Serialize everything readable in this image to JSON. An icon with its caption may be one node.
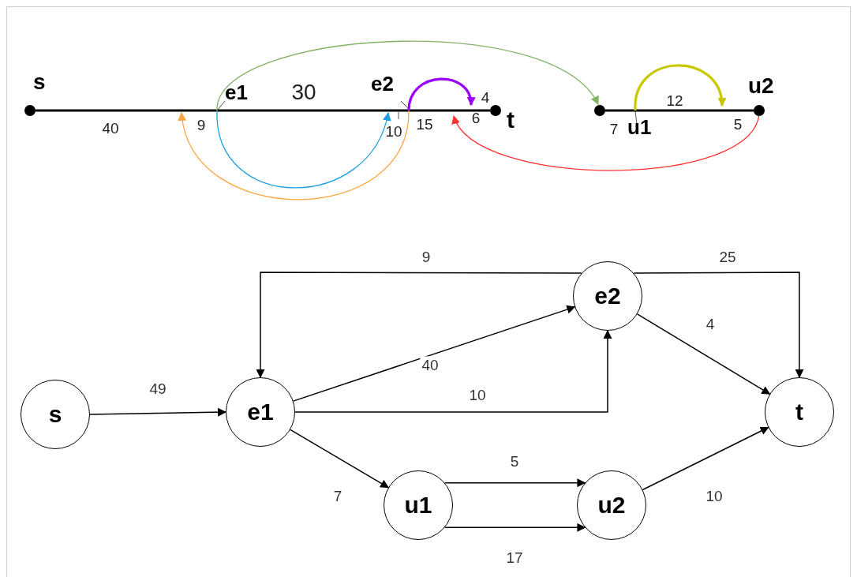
{
  "diagram": {
    "nodes": [
      {
        "text": [],
        "shape": "circle",
        "beside": [
          "s"
        ]
      },
      {
        "text": [
          "e1"
        ]
      },
      {
        "text": [
          "e2"
        ]
      },
      {
        "text": [],
        "shape": "circle",
        "beside": [
          "t"
        ]
      },
      {
        "text": [],
        "shape": "circle"
      },
      {
        "text": [
          "u1"
        ]
      },
      {
        "text": [],
        "shape": "circle",
        "beside": [
          "u2"
        ]
      },
      {
        "text": [
          "s"
        ]
      },
      {
        "text": [
          "e1"
        ]
      },
      {
        "text": [
          "e2"
        ]
      },
      {
        "text": [
          "t"
        ]
      },
      {
        "text": [
          "u1"
        ]
      },
      {
        "text": [
          "u2"
        ]
      }
    ],
    "edges": [
      {
        "from": 0,
        "to": 1,
        "arrow": "none",
        "style": "thick"
      },
      {
        "from": 1,
        "to": 2,
        "arrow": "none",
        "style": "thick"
      },
      {
        "from": 2,
        "to": 3,
        "arrow": "none",
        "style": "thick"
      },
      {
        "from": 4,
        "to": 5,
        "arrow": "none",
        "style": "thick"
      },
      {
        "from": 5,
        "to": 6,
        "arrow": "none",
        "style": "thick"
      },
      {
        "from": 1,
        "to": 4,
        "arrow": "to",
        "color": "#82b366"
      },
      {
        "from": 1,
        "to": 2,
        "arrow": "to",
        "color": "#1ba1e2"
      },
      {
        "from": 2,
        "to": null,
        "arrow": "to",
        "color": "#ffa640"
      },
      {
        "from": 2,
        "to": 3,
        "arrow": "to",
        "color": "#9900ff",
        "style": "thick"
      },
      {
        "from": 6,
        "to": null,
        "arrow": "to",
        "color": "#ff3333"
      },
      {
        "from": 5,
        "to": 6,
        "arrow": "to",
        "color": "#c8c800",
        "style": "thick"
      },
      {
        "from": 7,
        "to": 8,
        "arrow": "to",
        "label": "49"
      },
      {
        "from": 8,
        "to": 9,
        "arrow": "to",
        "label": "40"
      },
      {
        "from": 8,
        "to": 9,
        "arrow": "to",
        "label": "10"
      },
      {
        "from": 9,
        "to": 8,
        "arrow": "to",
        "label": "9"
      },
      {
        "from": 9,
        "to": 10,
        "arrow": "to",
        "label": "25"
      },
      {
        "from": 9,
        "to": 10,
        "arrow": "to",
        "label": "4"
      },
      {
        "from": 8,
        "to": 11,
        "arrow": "to",
        "label": "7"
      },
      {
        "from": 11,
        "to": 12,
        "arrow": "to",
        "label": "5"
      },
      {
        "from": 11,
        "to": 12,
        "arrow": "to",
        "label": "17"
      },
      {
        "from": 12,
        "to": 10,
        "arrow": "to",
        "label": "10"
      }
    ],
    "labels": [
      "30",
      "4",
      "12",
      "40",
      "9",
      "10",
      "15",
      "6",
      "7",
      "5"
    ]
  }
}
